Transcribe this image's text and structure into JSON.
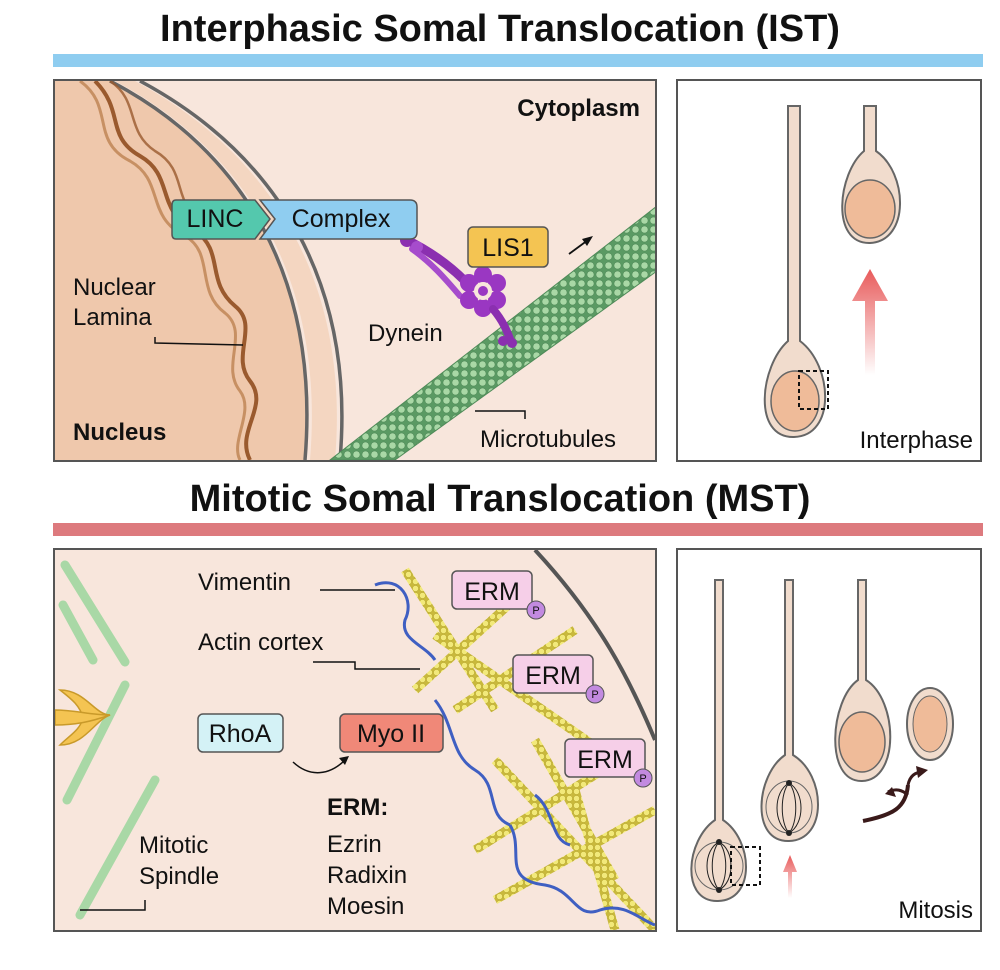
{
  "ist": {
    "title": "Interphasic Somal Translocation (IST)",
    "colors": {
      "rule": "#8fcdf0",
      "background": "#f8e6dc",
      "nucleus": "#efc8ac"
    },
    "labels": {
      "cytoplasm": "Cytoplasm",
      "nucleus": "Nucleus",
      "nuclear_lamina_line1": "Nuclear",
      "nuclear_lamina_line2": "Lamina",
      "linc": "LINC",
      "complex": "Complex",
      "lis1": "LIS1",
      "dynein": "Dynein",
      "microtubules": "Microtubules"
    },
    "side_label": "Interphase"
  },
  "mst": {
    "title": "Mitotic Somal Translocation (MST)",
    "colors": {
      "rule": "#dd7a7e",
      "background": "#f8e6dc"
    },
    "labels": {
      "vimentin": "Vimentin",
      "actin_cortex": "Actin cortex",
      "erm": "ERM",
      "p": "P",
      "rhoa": "RhoA",
      "myo2": "Myo II",
      "erm_heading": "ERM:",
      "ezrin": "Ezrin",
      "radixin": "Radixin",
      "moesin": "Moesin",
      "mitotic_spindle_line1": "Mitotic",
      "mitotic_spindle_line2": "Spindle"
    },
    "side_label": "Mitosis"
  }
}
